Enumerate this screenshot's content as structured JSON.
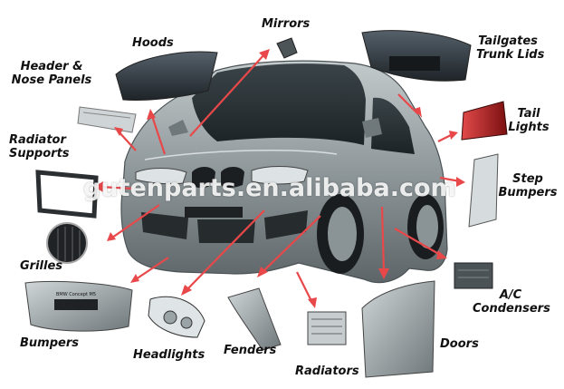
{
  "labels": {
    "hoods": "Hoods",
    "mirrors": "Mirrors",
    "tailgates": "Tailgates",
    "trunk_lids": "Trunk Lids",
    "header_nose_1": "Header &",
    "header_nose_2": "Nose Panels",
    "tail_lights_1": "Tail",
    "tail_lights_2": "Lights",
    "radiator_supports_1": "Radiator",
    "radiator_supports_2": "Supports",
    "step_bumpers_1": "Step",
    "step_bumpers_2": "Bumpers",
    "grilles": "Grilles",
    "ac_condensers_1": "A/C",
    "ac_condensers_2": "Condensers",
    "bumpers": "Bumpers",
    "headlights": "Headlights",
    "fenders": "Fenders",
    "radiators": "Radiators",
    "doors": "Doors"
  },
  "watermark": "gutenparts.en.alibaba.com",
  "bumper_tag": "BMW Concept M5",
  "colors": {
    "arrow": "#e8484a",
    "car_body": "#8d9699",
    "part_dark": "#2f3537",
    "text": "#111111"
  }
}
